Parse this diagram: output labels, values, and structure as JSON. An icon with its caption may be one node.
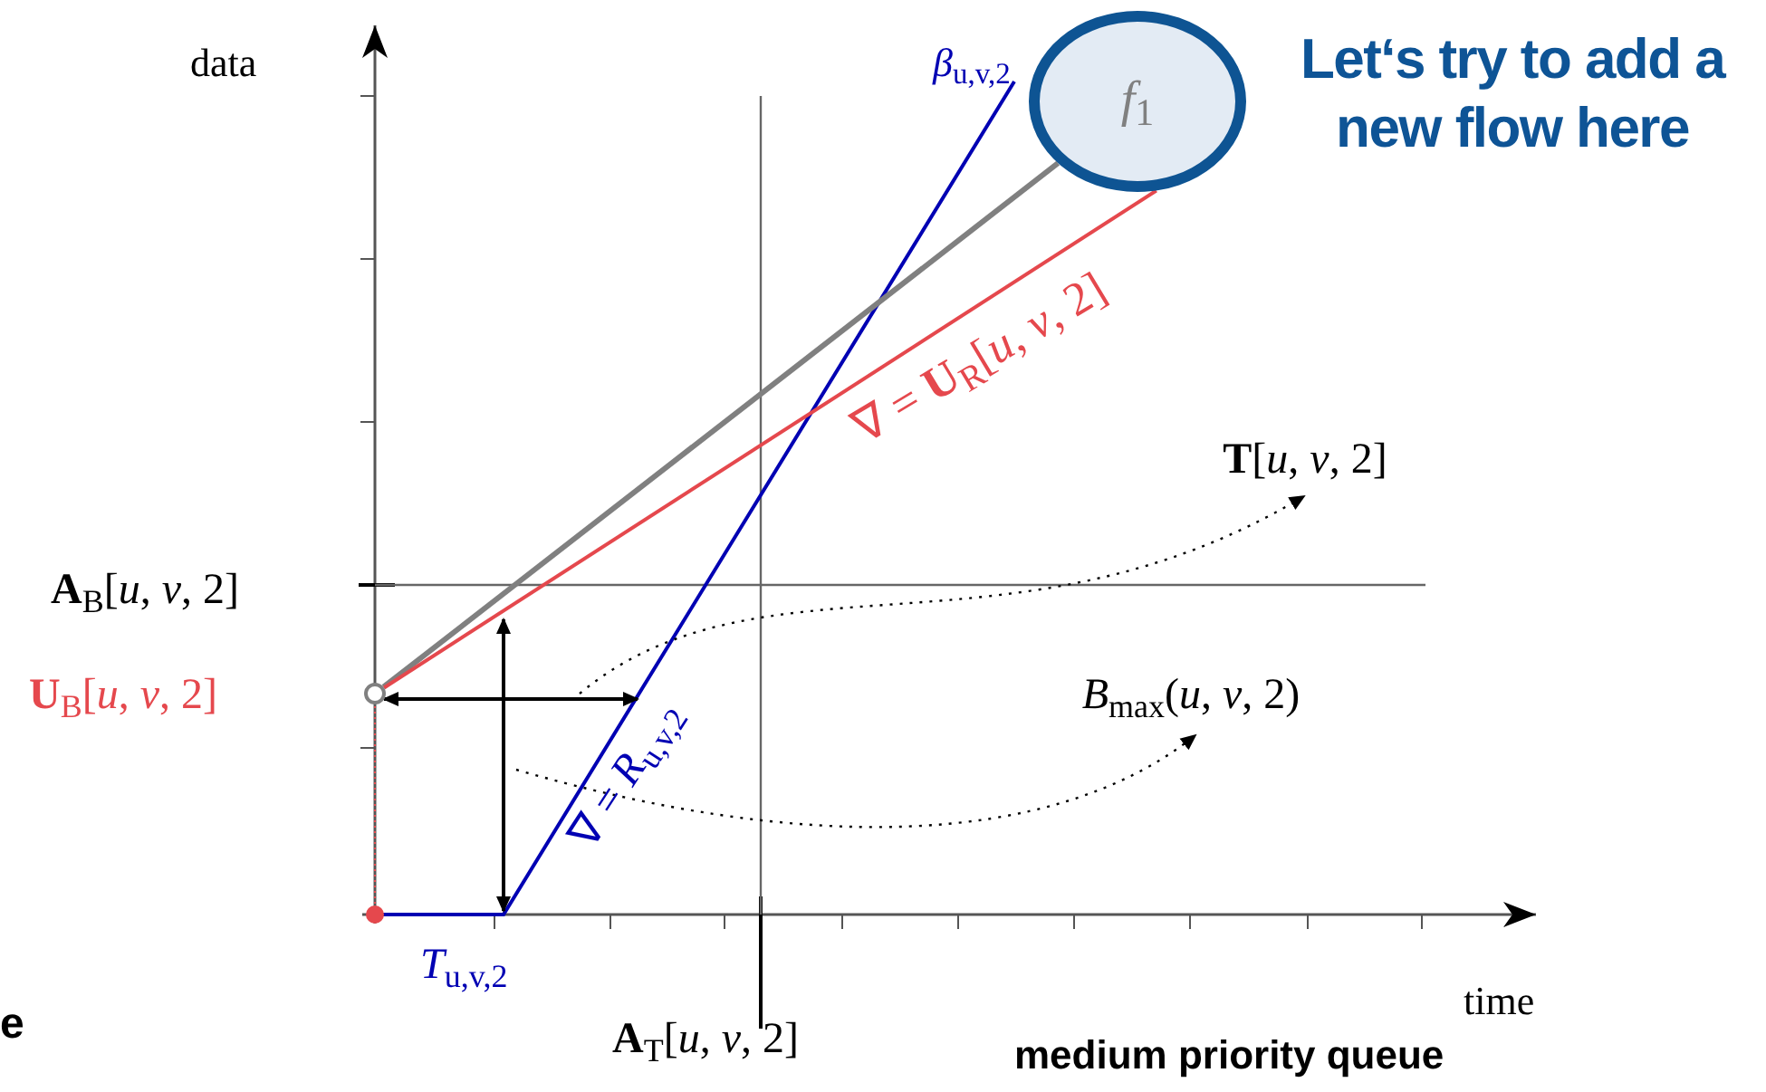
{
  "diagram": {
    "nodes": [
      {
        "text": [
          "*f*$_{1}$"
        ]
      },
      {
        "text": [
          "**T**[*u*, *v*, 2]"
        ]
      },
      {
        "text": [
          "*B*$_{max}$(*u*, *v*, 2)"
        ]
      },
      {
        "text": [],
        "shape": "circle"
      }
    ],
    "edges": [
      {
        "from": null,
        "to": 1,
        "arrow": "to",
        "style": "dashed"
      },
      {
        "from": null,
        "to": 2,
        "arrow": "to",
        "style": "dashed"
      },
      {
        "from": 3,
        "to": 0,
        "arrow": "none",
        "style": "thick",
        "color": "#808080"
      },
      {
        "from": 3,
        "to": 0,
        "arrow": "none",
        "color": "#e5484d"
      }
    ],
    "labels": [
      "data",
      "*β*$_{u,v,2}$",
      "Let‘s try to add a new flow here",
      "∇ = **U**$_{R}$[*u*, *v*, 2]",
      "**A**$_{B}$[*u*, *v*, 2]",
      "**U**$_{B}$[*u*, *v*, 2]",
      "∇ = *R*$_{u,v,2}$",
      "*T*$_{u,v,2}$",
      "e",
      "**A**$_{T}$[*u*, *v*, 2]",
      "time",
      "medium priority queue"
    ]
  }
}
